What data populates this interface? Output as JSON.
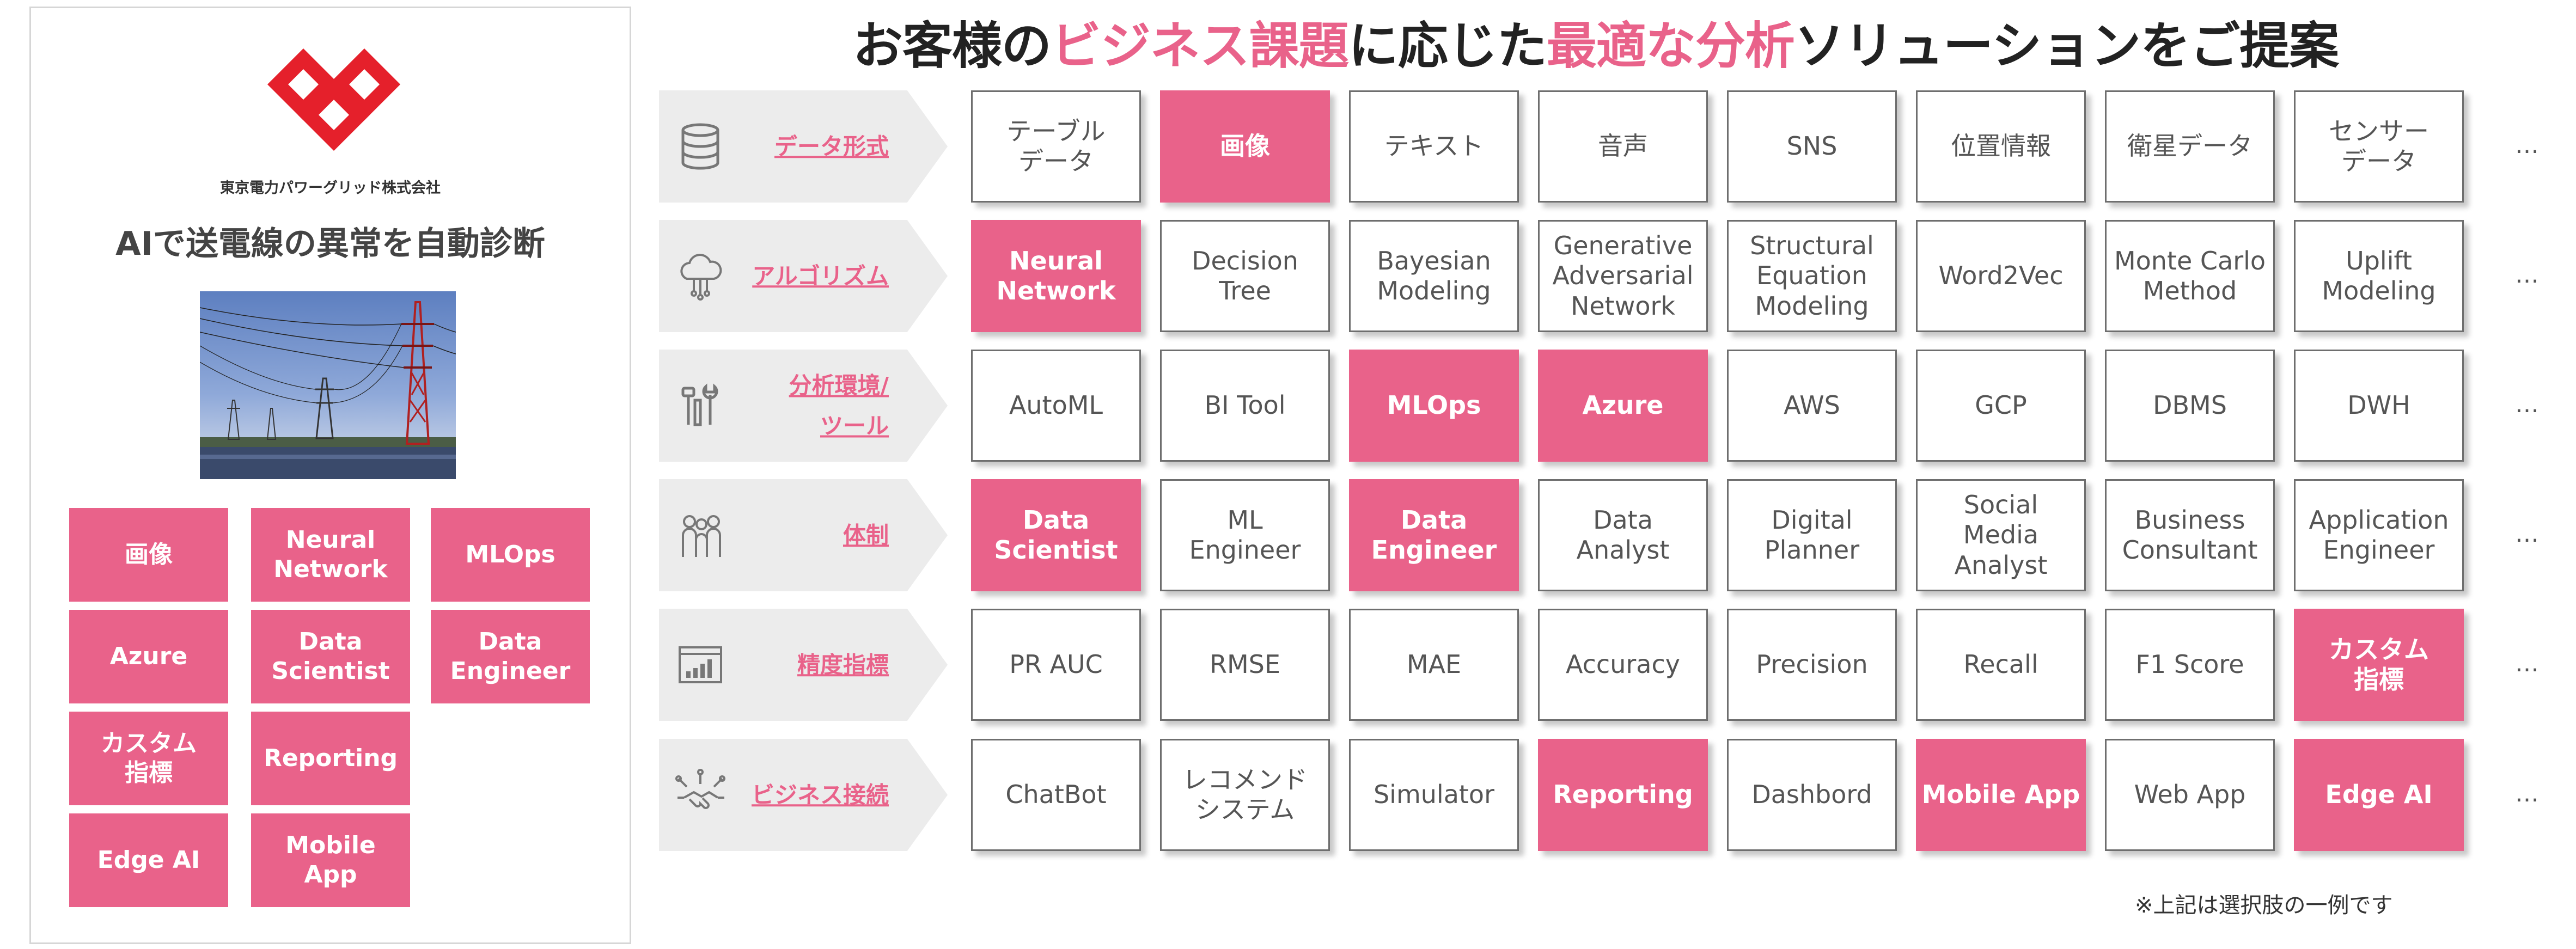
{
  "headline": {
    "p1": "お客様の",
    "p2": "ビジネス課題",
    "p3": "に応じた",
    "p4": "最適な分析",
    "p5": "ソリューションをご提案"
  },
  "colors": {
    "accent": "#e9628a",
    "label_bg": "#ececec",
    "border": "#6e6e6e"
  },
  "case_card": {
    "company": "東京電力パワーグリッド株式会社",
    "title": "AIで送電線の異常を自動診断",
    "image": "power-transmission-lines-photo",
    "tags": [
      "画像",
      "Neural\nNetwork",
      "MLOps",
      "Azure",
      "Data\nScientist",
      "Data\nEngineer",
      "カスタム\n指標",
      "Reporting",
      "Edge AI",
      "Mobile\nApp"
    ]
  },
  "rows": [
    {
      "label": "データ形式",
      "icon": "database-icon",
      "cells": [
        {
          "text": "テーブル\nデータ",
          "hl": false
        },
        {
          "text": "画像",
          "hl": true
        },
        {
          "text": "テキスト",
          "hl": false
        },
        {
          "text": "音声",
          "hl": false
        },
        {
          "text": "SNS",
          "hl": false
        },
        {
          "text": "位置情報",
          "hl": false
        },
        {
          "text": "衛星データ",
          "hl": false
        },
        {
          "text": "センサー\nデータ",
          "hl": false
        }
      ]
    },
    {
      "label": "アルゴリズム",
      "icon": "cloud-network-icon",
      "cells": [
        {
          "text": "Neural\nNetwork",
          "hl": true
        },
        {
          "text": "Decision\nTree",
          "hl": false
        },
        {
          "text": "Bayesian\nModeling",
          "hl": false
        },
        {
          "text": "Generative\nAdversarial\nNetwork",
          "hl": false
        },
        {
          "text": "Structural\nEquation\nModeling",
          "hl": false
        },
        {
          "text": "Word2Vec",
          "hl": false
        },
        {
          "text": "Monte Carlo\nMethod",
          "hl": false
        },
        {
          "text": "Uplift\nModeling",
          "hl": false
        }
      ]
    },
    {
      "label": "分析環境/\nツール",
      "icon": "tools-icon",
      "cells": [
        {
          "text": "AutoML",
          "hl": false
        },
        {
          "text": "BI Tool",
          "hl": false
        },
        {
          "text": "MLOps",
          "hl": true
        },
        {
          "text": "Azure",
          "hl": true
        },
        {
          "text": "AWS",
          "hl": false
        },
        {
          "text": "GCP",
          "hl": false
        },
        {
          "text": "DBMS",
          "hl": false
        },
        {
          "text": "DWH",
          "hl": false
        }
      ]
    },
    {
      "label": "体制",
      "icon": "team-icon",
      "cells": [
        {
          "text": "Data\nScientist",
          "hl": true
        },
        {
          "text": "ML\nEngineer",
          "hl": false
        },
        {
          "text": "Data\nEngineer",
          "hl": true
        },
        {
          "text": "Data\nAnalyst",
          "hl": false
        },
        {
          "text": "Digital\nPlanner",
          "hl": false
        },
        {
          "text": "Social\nMedia\nAnalyst",
          "hl": false
        },
        {
          "text": "Business\nConsultant",
          "hl": false
        },
        {
          "text": "Application\nEngineer",
          "hl": false
        }
      ]
    },
    {
      "label": "精度指標",
      "icon": "bar-chart-icon",
      "cells": [
        {
          "text": "PR AUC",
          "hl": false
        },
        {
          "text": "RMSE",
          "hl": false
        },
        {
          "text": "MAE",
          "hl": false
        },
        {
          "text": "Accuracy",
          "hl": false
        },
        {
          "text": "Precision",
          "hl": false
        },
        {
          "text": "Recall",
          "hl": false
        },
        {
          "text": "F1 Score",
          "hl": false
        },
        {
          "text": "カスタム\n指標",
          "hl": true
        }
      ]
    },
    {
      "label": "ビジネス接続",
      "icon": "handshake-icon",
      "cells": [
        {
          "text": "ChatBot",
          "hl": false
        },
        {
          "text": "レコメンド\nシステム",
          "hl": false
        },
        {
          "text": "Simulator",
          "hl": false
        },
        {
          "text": "Reporting",
          "hl": true
        },
        {
          "text": "Dashbord",
          "hl": false
        },
        {
          "text": "Mobile App",
          "hl": true
        },
        {
          "text": "Web App",
          "hl": false
        },
        {
          "text": "Edge AI",
          "hl": true
        }
      ]
    }
  ],
  "ellipsis": "…",
  "footnote": "※上記は選択肢の一例です"
}
